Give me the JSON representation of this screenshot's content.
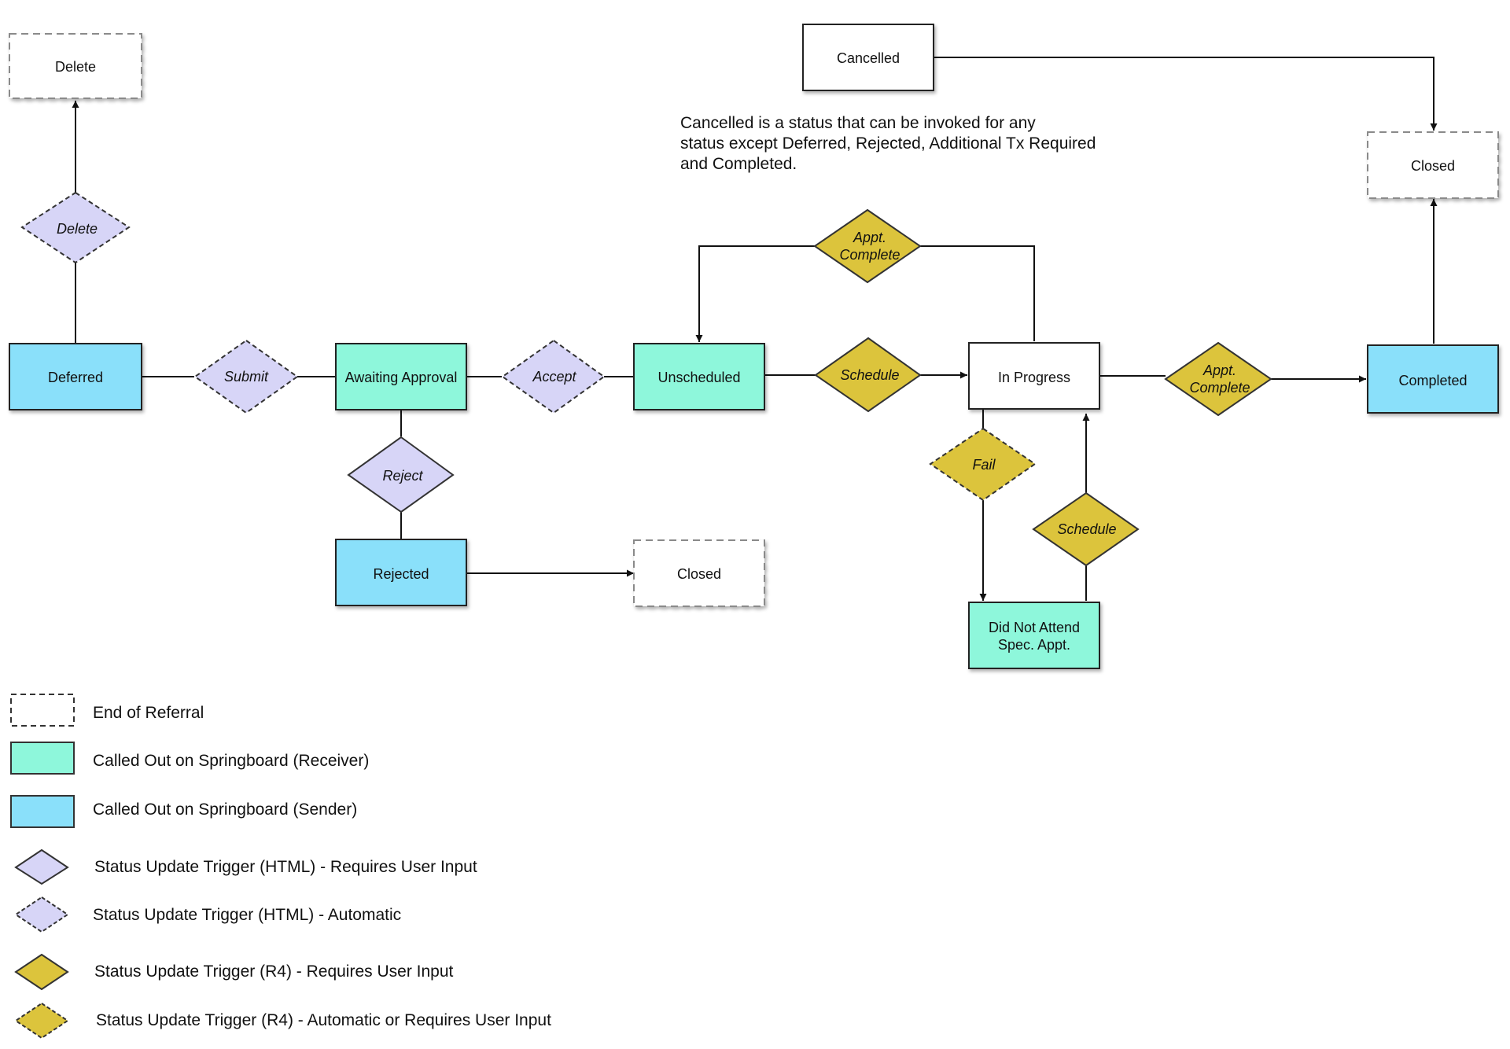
{
  "colors": {
    "receiver": "#8ef7db",
    "sender": "#8ae0fa",
    "end": "#ffffff",
    "neutral": "#ffffff",
    "html_trigger": "#d7d5f7",
    "r4_trigger": "#dcc43c",
    "border": "#222222",
    "dashed_border": "#8a8a8a"
  },
  "nodes": {
    "delete_end": "Delete",
    "deferred": "Deferred",
    "awaiting_approval": "Awaiting Approval",
    "unscheduled": "Unscheduled",
    "in_progress": "In Progress",
    "completed": "Completed",
    "rejected": "Rejected",
    "closed_rejected": "Closed",
    "cancelled": "Cancelled",
    "closed_top": "Closed",
    "did_not_attend_line1": "Did Not Attend",
    "did_not_attend_line2": "Spec. Appt."
  },
  "triggers": {
    "delete": "Delete",
    "submit": "Submit",
    "accept": "Accept",
    "reject": "Reject",
    "schedule_main": "Schedule",
    "schedule_retry": "Schedule",
    "fail": "Fail",
    "appt_complete_top_line1": "Appt.",
    "appt_complete_top_line2": "Complete",
    "appt_complete_right_line1": "Appt.",
    "appt_complete_right_line2": "Complete"
  },
  "note": {
    "line1": "Cancelled is a status that can be invoked for any",
    "line2": "status except Deferred, Rejected, Additional Tx Required",
    "line3": "and Completed."
  },
  "legend": {
    "end_of_referral": "End of Referral",
    "receiver": "Called Out on Springboard (Receiver)",
    "sender": "Called Out on Springboard (Sender)",
    "html_user_input": "Status Update Trigger (HTML) - Requires User Input",
    "html_automatic": "Status Update Trigger (HTML) - Automatic",
    "r4_user_input": "Status Update Trigger (R4) - Requires User Input",
    "r4_automatic_or_user": "Status Update Trigger (R4) - Automatic or Requires User Input"
  }
}
